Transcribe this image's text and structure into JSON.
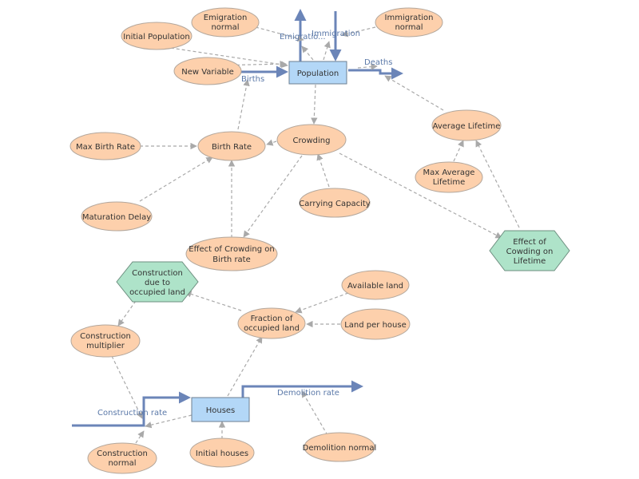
{
  "stocks": {
    "population": "Population",
    "houses": "Houses"
  },
  "flows": {
    "births": "Births",
    "emigration": "Emigratio...",
    "immigration": "Immigration",
    "deaths": "Deaths",
    "construction_rate": "Construction rate",
    "demolition_rate": "Demolition rate"
  },
  "variables": {
    "emigration_normal": [
      "Emigration",
      "normal"
    ],
    "immigration_normal": [
      "Immigration",
      "normal"
    ],
    "initial_population": "Initial Population",
    "new_variable": "New Variable",
    "max_birth_rate": "Max Birth Rate",
    "birth_rate": "Birth Rate",
    "crowding": "Crowding",
    "average_lifetime": "Average Lifetime",
    "max_average_lifetime": [
      "Max Average",
      "Lifetime"
    ],
    "maturation_delay": "Maturation Delay",
    "carrying_capacity": "Carrying Capacity",
    "effect_crowding_birth": [
      "Effect of Crowding on",
      "Birth rate"
    ],
    "effect_crowding_lifetime": [
      "Effect of",
      "Cowding on",
      "Lifetime"
    ],
    "construction_occupied": [
      "Construction",
      "due to",
      "occupied land"
    ],
    "available_land": "Available land",
    "fraction_occupied": [
      "Fraction of",
      "occupied land"
    ],
    "land_per_house": "Land per house",
    "construction_multiplier": [
      "Construction",
      "multiplier"
    ],
    "construction_normal": [
      "Construction",
      "normal"
    ],
    "initial_houses": "Initial houses",
    "demolition_normal": "Demolition normal"
  },
  "colors": {
    "variable_fill": "#fdd0ac",
    "stock_fill": "#b3d7f7",
    "converter_fill": "#aee3c9",
    "flow_line": "#6b85b8",
    "link_line": "#a9a9a9"
  }
}
